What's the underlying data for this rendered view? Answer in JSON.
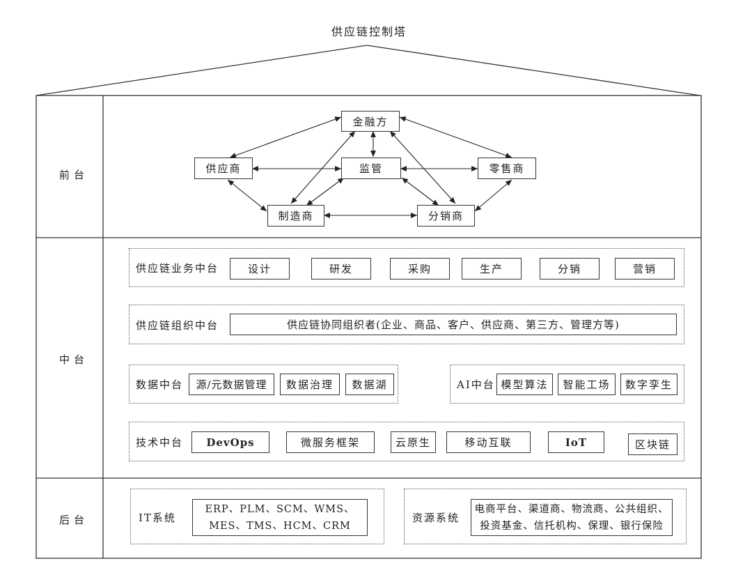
{
  "title": "供应链控制塔",
  "layers": {
    "front": "前台",
    "middle": "中台",
    "back": "后台"
  },
  "front_nodes": {
    "finance": "金融方",
    "supplier": "供应商",
    "regulator": "监管",
    "retailer": "零售商",
    "manufacturer": "制造商",
    "distributor": "分销商"
  },
  "business_center": {
    "label": "供应链业务中台",
    "items": [
      "设计",
      "研发",
      "采购",
      "生产",
      "分销",
      "营销"
    ]
  },
  "org_center": {
    "label": "供应链组织中台",
    "content": "供应链协同组织者(企业、商品、客户、供应商、第三方、管理方等)"
  },
  "data_center": {
    "label": "数据中台",
    "items": [
      "源/元数据管理",
      "数据治理",
      "数据湖"
    ]
  },
  "ai_center": {
    "label": "AI中台",
    "items": [
      "模型算法",
      "智能工场",
      "数字孪生"
    ]
  },
  "tech_center": {
    "label": "技术中台",
    "items": [
      "DevOps",
      "微服务框架",
      "云原生",
      "移动互联",
      "IoT",
      "区块链"
    ]
  },
  "it_system": {
    "label": "IT系统",
    "line1": "ERP、PLM、SCM、WMS、",
    "line2": "MES、TMS、HCM、CRM"
  },
  "resource_system": {
    "label": "资源系统",
    "line1": "电商平台、渠道商、物流商、公共组织、",
    "line2": "投资基金、信托机构、保理、银行保险"
  }
}
